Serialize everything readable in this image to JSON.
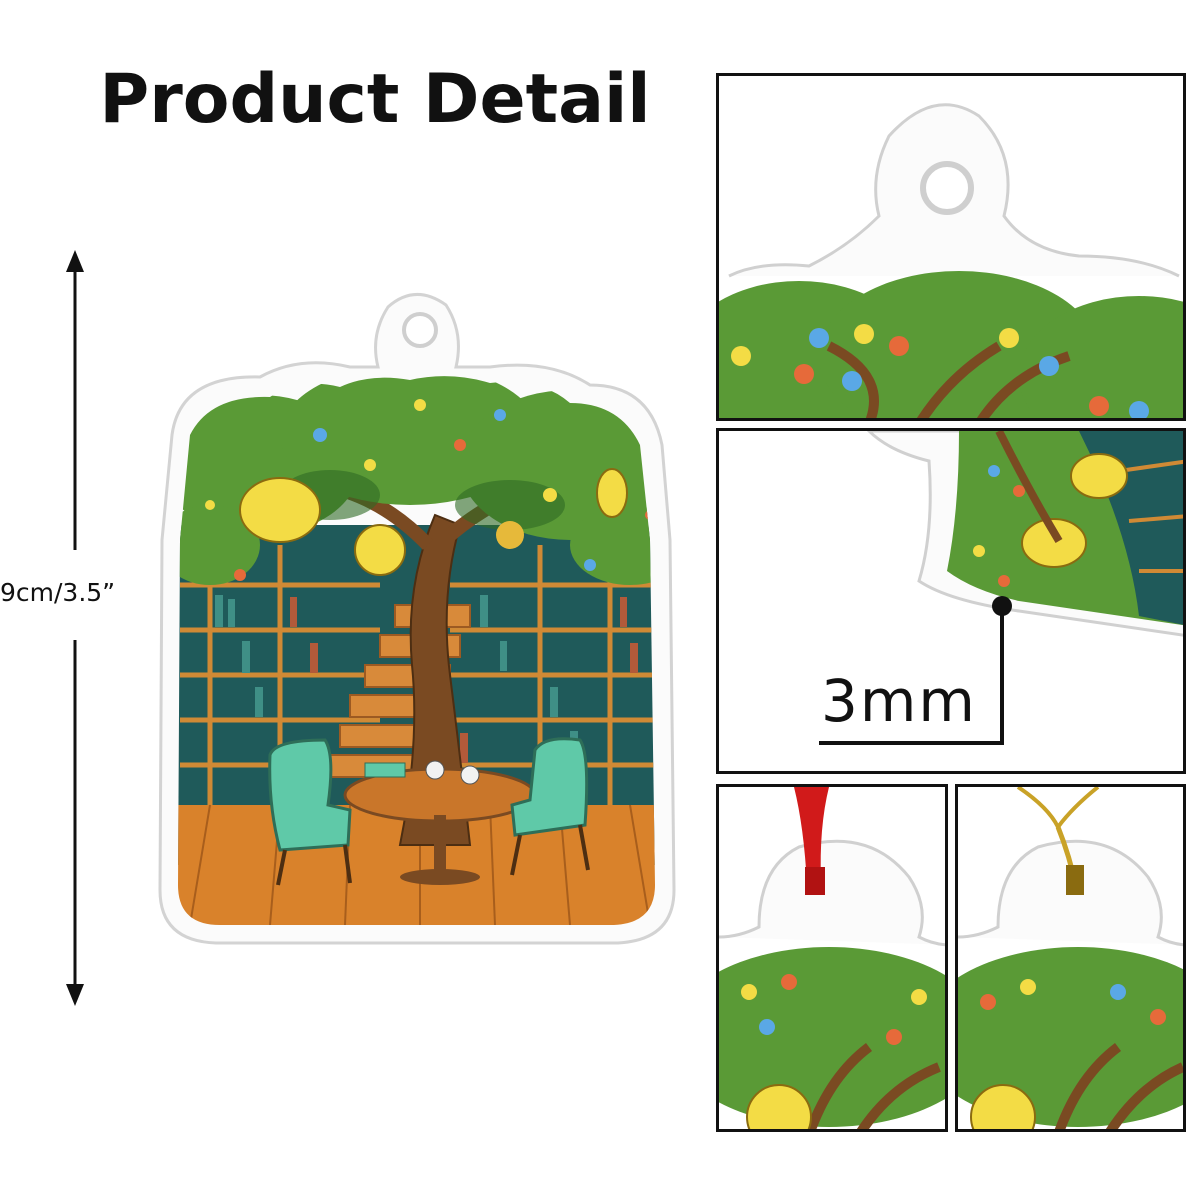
{
  "header": {
    "title": "Product Detail"
  },
  "dimension": {
    "size_label": "9cm/3.5”"
  },
  "detail_panels": {
    "thickness_label": "3mm"
  },
  "colors": {
    "leaf_green": "#5a9a36",
    "dark_leaf": "#2f6b25",
    "trunk_brown": "#7a4a22",
    "floor_orange": "#d9822b",
    "shelf_teal": "#1f5a5a",
    "chair_mint": "#5fc9a8",
    "lantern_yellow": "#f3dc45",
    "ribbon_red": "#d11a1a",
    "cord_gold": "#c9a227"
  }
}
